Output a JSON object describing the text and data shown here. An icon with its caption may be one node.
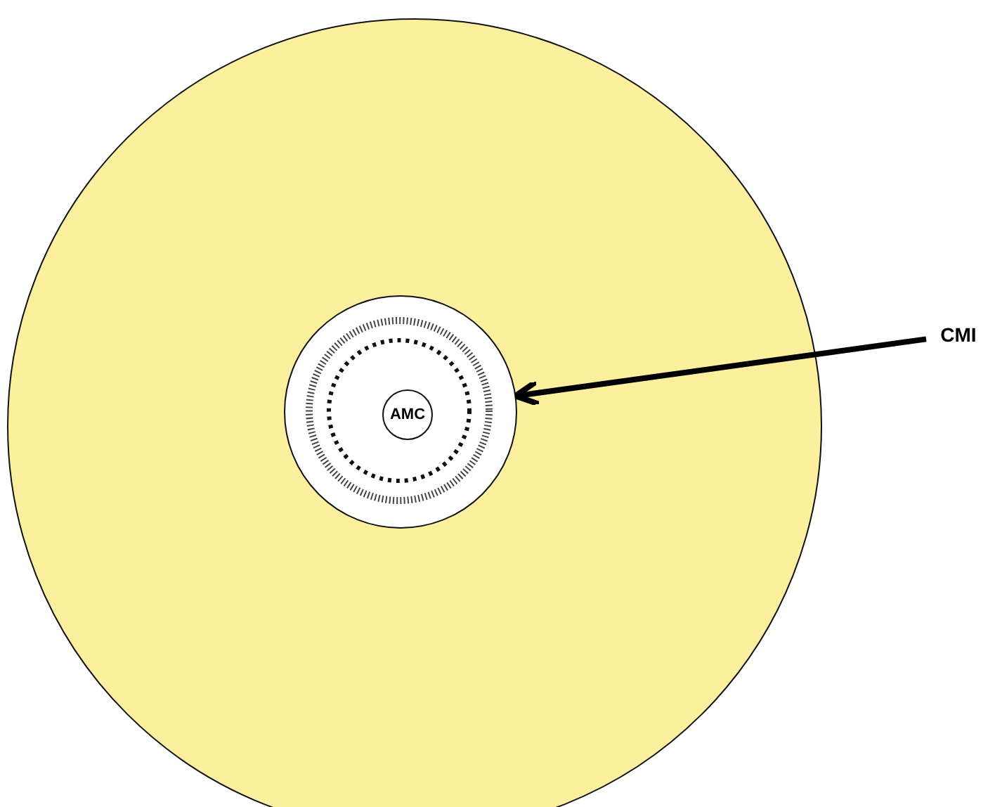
{
  "diagram": {
    "nodes": [
      {
        "text": [],
        "shape": "circle"
      },
      {
        "text": [],
        "shape": "circle",
        "in": 0
      },
      {
        "text": [
          "AMC"
        ],
        "in": 1
      },
      {
        "text": [
          "CMI"
        ]
      }
    ],
    "edges": [
      {
        "from": 3,
        "to": 1,
        "arrow": "to"
      }
    ]
  }
}
